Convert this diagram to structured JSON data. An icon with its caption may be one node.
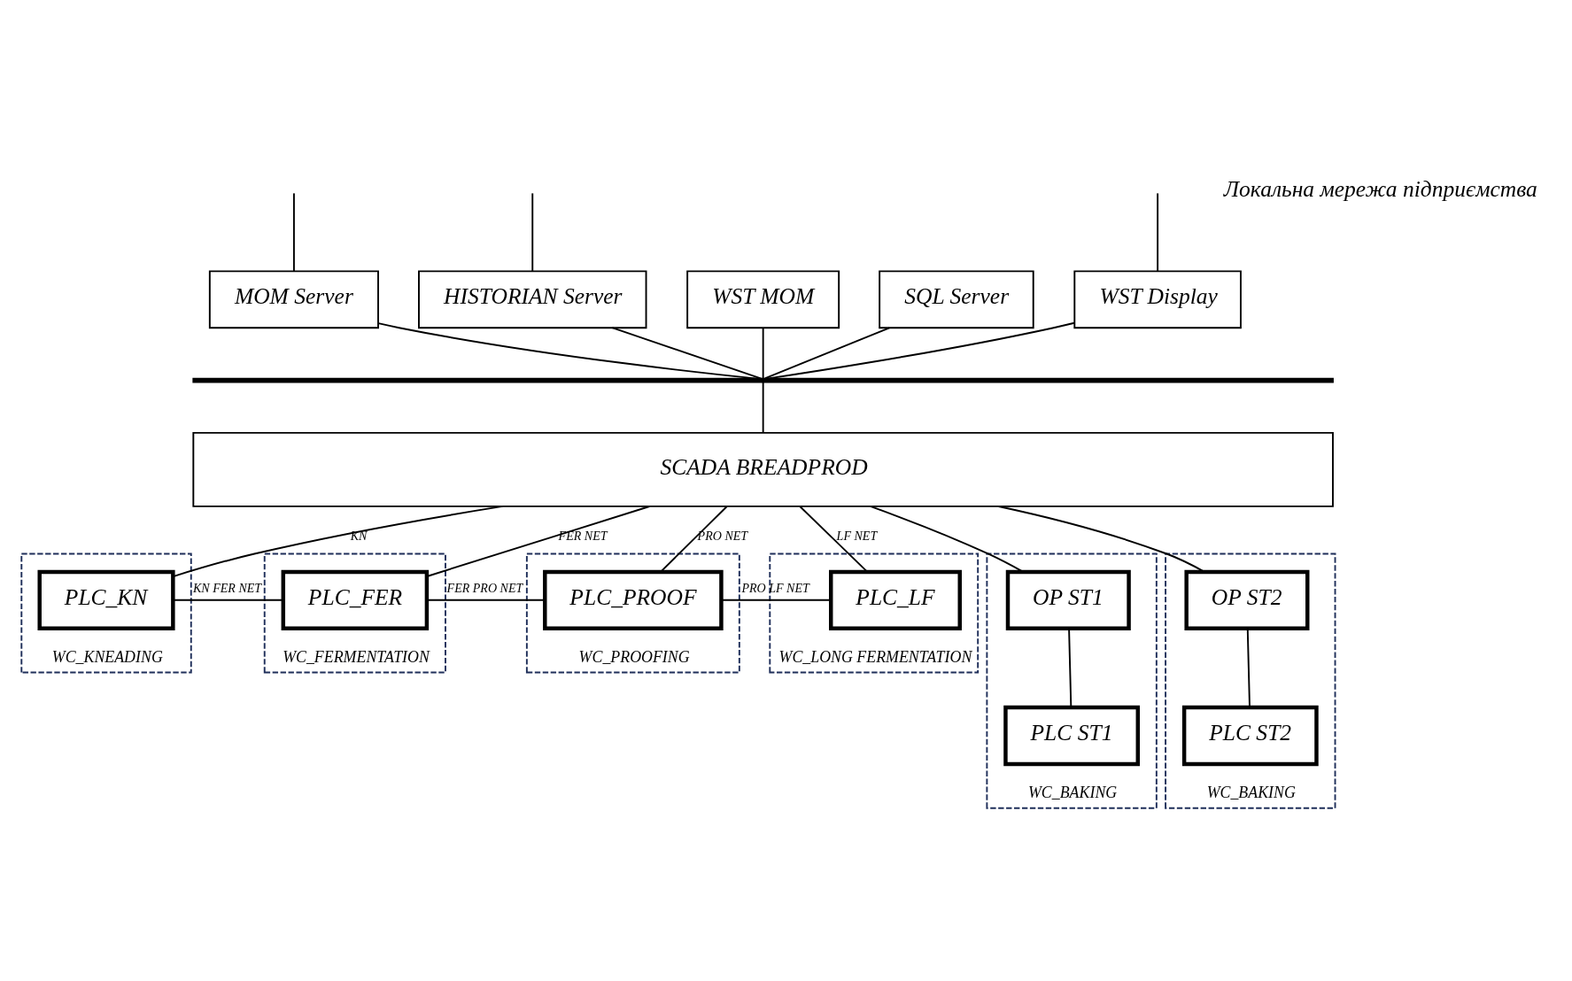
{
  "diagram": {
    "nodes": [
      {
        "text": [
          "WST Display"
        ]
      },
      {
        "text": [
          "MOM Server"
        ]
      },
      {
        "text": [
          "HISTORIAN Server"
        ]
      },
      {
        "text": [
          "WST MOM"
        ]
      },
      {
        "text": [
          "SQL Server"
        ]
      },
      {
        "text": [],
        "shape": "bar"
      },
      {
        "text": [
          "SCADA BREADPROD"
        ]
      },
      {
        "text": [
          "WC_KNEADING"
        ]
      },
      {
        "text": [
          "PLC_KN"
        ],
        "in": 7
      },
      {
        "text": [
          "WC_FERMENTATION"
        ]
      },
      {
        "text": [
          "PLC_FER"
        ],
        "in": 9
      },
      {
        "text": [
          "WC_PROOFING"
        ]
      },
      {
        "text": [
          "PLC_PROOF"
        ],
        "in": 11
      },
      {
        "text": [
          "WC_LONG FERMENTATION"
        ]
      },
      {
        "text": [
          "PLC_LF"
        ],
        "in": 13
      },
      {
        "text": [
          "WC_BAKING"
        ]
      },
      {
        "text": [
          "OP ST1"
        ],
        "in": 15
      },
      {
        "text": [
          "PLC ST1"
        ],
        "in": 15
      },
      {
        "text": [
          "WC_BAKING"
        ]
      },
      {
        "text": [
          "OP ST2"
        ],
        "in": 18
      },
      {
        "text": [
          "PLC ST2"
        ],
        "in": 18
      }
    ],
    "edges": [
      {
        "from": null,
        "to": 0,
        "arrow": "none"
      },
      {
        "from": null,
        "to": 1,
        "arrow": "none"
      },
      {
        "from": null,
        "to": 2,
        "arrow": "none"
      },
      {
        "from": 0,
        "to": 5,
        "arrow": "none"
      },
      {
        "from": 1,
        "to": 5,
        "arrow": "none"
      },
      {
        "from": 2,
        "to": 5,
        "arrow": "none"
      },
      {
        "from": 3,
        "to": 5,
        "arrow": "none"
      },
      {
        "from": 4,
        "to": 5,
        "arrow": "none"
      },
      {
        "from": 5,
        "to": 6,
        "arrow": "none"
      },
      {
        "from": 6,
        "to": 8,
        "arrow": "none",
        "label": "KN"
      },
      {
        "from": 6,
        "to": 10,
        "arrow": "none",
        "label": "FER NET"
      },
      {
        "from": 6,
        "to": 12,
        "arrow": "none",
        "label": "PRO NET"
      },
      {
        "from": 6,
        "to": 14,
        "arrow": "none",
        "label": "LF NET"
      },
      {
        "from": 8,
        "to": 10,
        "arrow": "none",
        "label": "KN FER NET"
      },
      {
        "from": 10,
        "to": 12,
        "arrow": "none",
        "label": "FER PRO NET"
      },
      {
        "from": 12,
        "to": 14,
        "arrow": "none",
        "label": "PRO LF NET"
      },
      {
        "from": 6,
        "to": 16,
        "arrow": "none"
      },
      {
        "from": 16,
        "to": 17,
        "arrow": "none"
      },
      {
        "from": 6,
        "to": 19,
        "arrow": "none"
      },
      {
        "from": 19,
        "to": 20,
        "arrow": "none"
      }
    ],
    "labels": [
      "Локальна мережа підприємства"
    ]
  }
}
